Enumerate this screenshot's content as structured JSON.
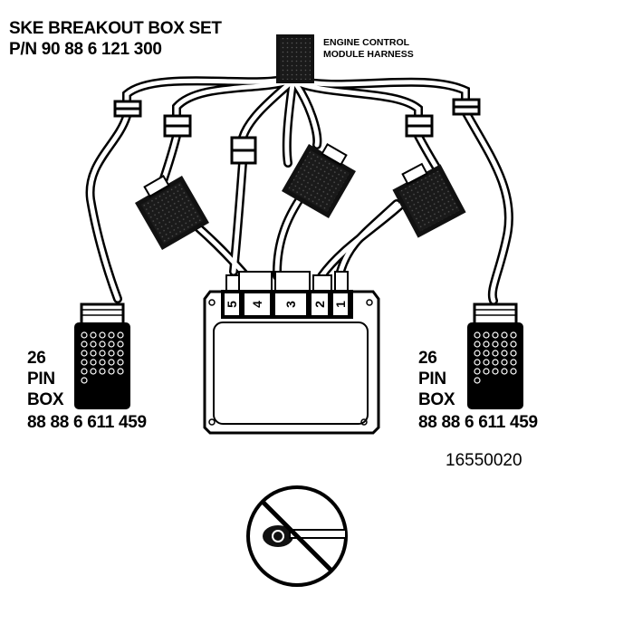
{
  "title": {
    "line1": "SKE BREAKOUT BOX SET",
    "line2": "P/N 90 88 6 121 300"
  },
  "harness": {
    "line1": "ENGINE CONTROL",
    "line2": "MODULE HARNESS"
  },
  "left_box": {
    "pins": "26",
    "pin": "PIN",
    "box": "BOX",
    "part_number": "88 88 6 611 459"
  },
  "right_box": {
    "pins": "26",
    "pin": "PIN",
    "box": "BOX",
    "part_number": "88 88 6 611 459"
  },
  "module_connectors": [
    "5",
    "4",
    "3",
    "2",
    "1"
  ],
  "figure_number": "16550020",
  "colors": {
    "ink": "#000000",
    "paper": "#ffffff"
  },
  "icons": [
    "ignition-key-prohibited-icon"
  ]
}
